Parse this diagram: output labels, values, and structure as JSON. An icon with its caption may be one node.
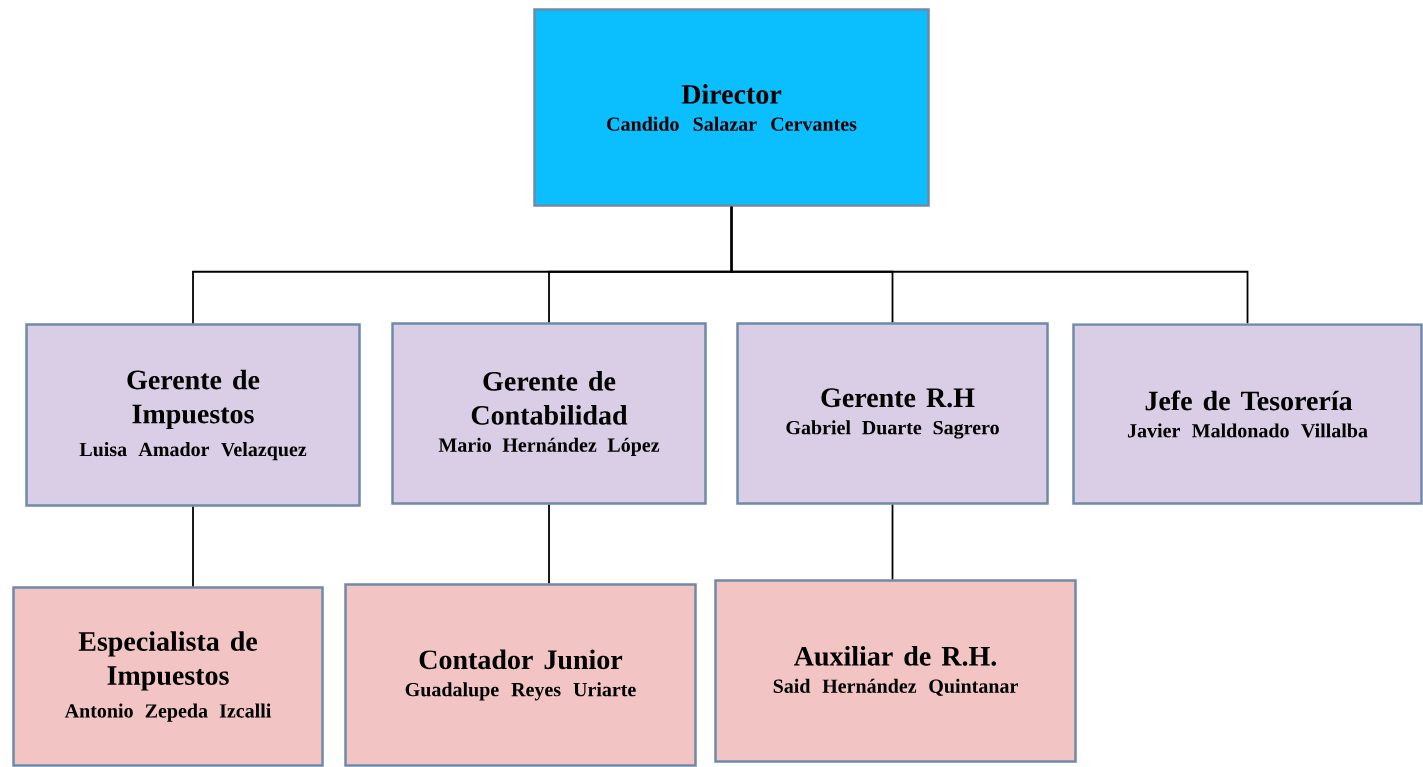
{
  "diagram": {
    "nodes": [
      {
        "text": [
          "Director",
          "Candido Salazar Cervantes"
        ]
      },
      {
        "text": [
          "Gerente de Impuestos",
          "Luisa Amador Velazquez"
        ]
      },
      {
        "text": [
          "Gerente de Contabilidad",
          "Mario Hernández López"
        ]
      },
      {
        "text": [
          "Gerente R.H",
          "Gabriel Duarte Sagrero"
        ]
      },
      {
        "text": [
          "Jefe de Tesorería",
          "Javier Maldonado Villalba"
        ]
      },
      {
        "text": [
          "Especialista de Impuestos",
          "Antonio Zepeda Izcalli"
        ]
      },
      {
        "text": [
          "Contador Junior",
          "Guadalupe Reyes Uriarte"
        ]
      },
      {
        "text": [
          "Auxiliar de R.H.",
          "Said Hernández Quintanar"
        ]
      }
    ],
    "edges": [
      {
        "from": 0,
        "to": 1,
        "arrow": "none"
      },
      {
        "from": 0,
        "to": 2,
        "arrow": "none"
      },
      {
        "from": 0,
        "to": 3,
        "arrow": "none"
      },
      {
        "from": 0,
        "to": 4,
        "arrow": "none"
      },
      {
        "from": 1,
        "to": 5,
        "arrow": "none"
      },
      {
        "from": 2,
        "to": 6,
        "arrow": "none"
      },
      {
        "from": 3,
        "to": 7,
        "arrow": "none"
      }
    ]
  }
}
